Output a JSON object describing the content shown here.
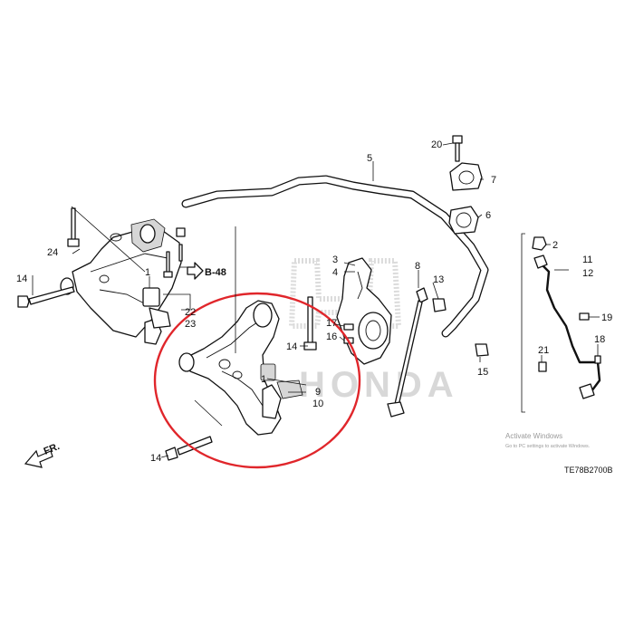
{
  "callouts": {
    "c1a": "1",
    "c22": "22",
    "c23": "23",
    "c1b": "1",
    "c9": "9",
    "c10": "10",
    "c2": "2",
    "c3": "3",
    "c4": "4",
    "c5": "5",
    "c6": "6",
    "c7": "7",
    "c8": "8",
    "c11": "11",
    "c12": "12",
    "c13": "13",
    "c14a": "14",
    "c14b": "14",
    "c14c": "14",
    "c15": "15",
    "c16": "16",
    "c17": "17",
    "c18": "18",
    "c19": "19",
    "c20": "20",
    "c21": "21",
    "c24": "24"
  },
  "refs": {
    "b48": "B-48",
    "front": "FR."
  },
  "diagram_code": "TE78B2700B",
  "watermark": {
    "brand": "HONDA"
  },
  "os_overlay": {
    "title": "Activate Windows",
    "subtitle": "Go to PC settings to activate Windows."
  },
  "colors": {
    "highlight": "#e0262b",
    "ink": "#111111",
    "watermark": "#b9b9b9"
  }
}
